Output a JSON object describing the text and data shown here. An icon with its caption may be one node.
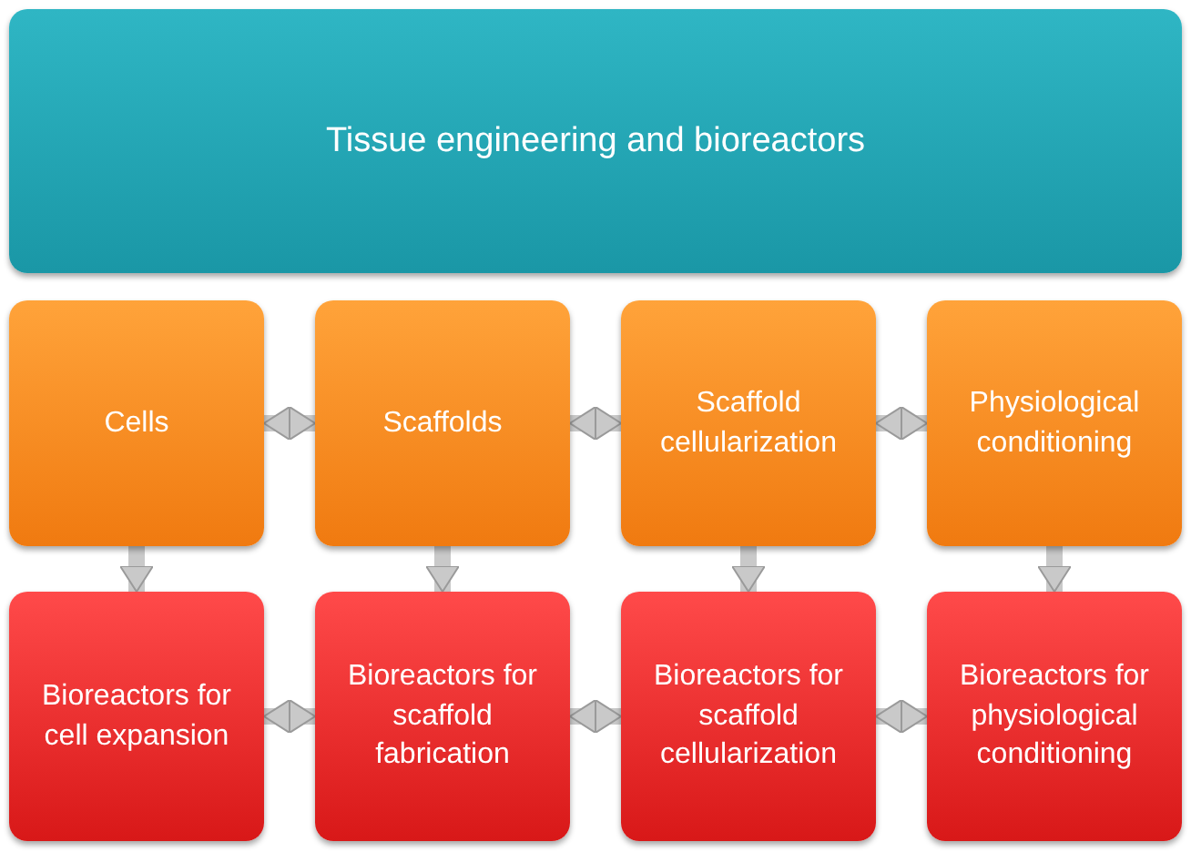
{
  "diagram": {
    "nodes": [
      {
        "text": [
          "Tissue engineering and bioreactors"
        ]
      },
      {
        "text": [
          "Cells"
        ]
      },
      {
        "text": [
          "Scaffolds"
        ]
      },
      {
        "text": [
          "Scaffold cellularization"
        ]
      },
      {
        "text": [
          "Physiological conditioning"
        ]
      },
      {
        "text": [
          "Bioreactors for cell expansion"
        ]
      },
      {
        "text": [
          "Bioreactors for scaffold fabrication"
        ]
      },
      {
        "text": [
          "Bioreactors for scaffold cellularization"
        ]
      },
      {
        "text": [
          "Bioreactors for physiological conditioning"
        ]
      }
    ],
    "edges": [
      {
        "from": 1,
        "to": 2,
        "arrow": "both"
      },
      {
        "from": 2,
        "to": 3,
        "arrow": "both"
      },
      {
        "from": 3,
        "to": 4,
        "arrow": "both"
      },
      {
        "from": 1,
        "to": 5,
        "arrow": "to"
      },
      {
        "from": 2,
        "to": 6,
        "arrow": "to"
      },
      {
        "from": 3,
        "to": 7,
        "arrow": "to"
      },
      {
        "from": 4,
        "to": 8,
        "arrow": "to"
      },
      {
        "from": 5,
        "to": 6,
        "arrow": "both"
      },
      {
        "from": 6,
        "to": 7,
        "arrow": "both"
      },
      {
        "from": 7,
        "to": 8,
        "arrow": "both"
      }
    ]
  }
}
